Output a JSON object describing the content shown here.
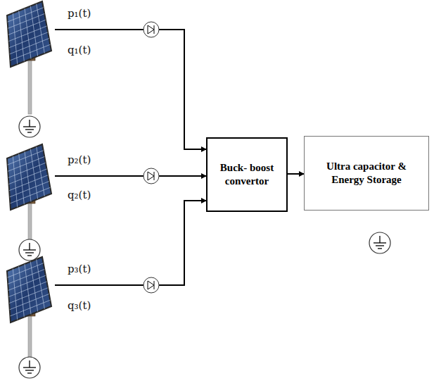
{
  "diagram": {
    "nodes": [
      {
        "text": [
          "Buck- boost convertor"
        ]
      },
      {
        "text": [
          "Ultra capacitor & Energy Storage"
        ]
      }
    ],
    "edges": [
      {
        "from": 0,
        "to": 1,
        "arrow": "to"
      }
    ],
    "labels": [
      "p₁(t)",
      "q₁(t)",
      "p₂(t)",
      "q₂(t)",
      "p₃(t)",
      "q₃(t)"
    ]
  }
}
